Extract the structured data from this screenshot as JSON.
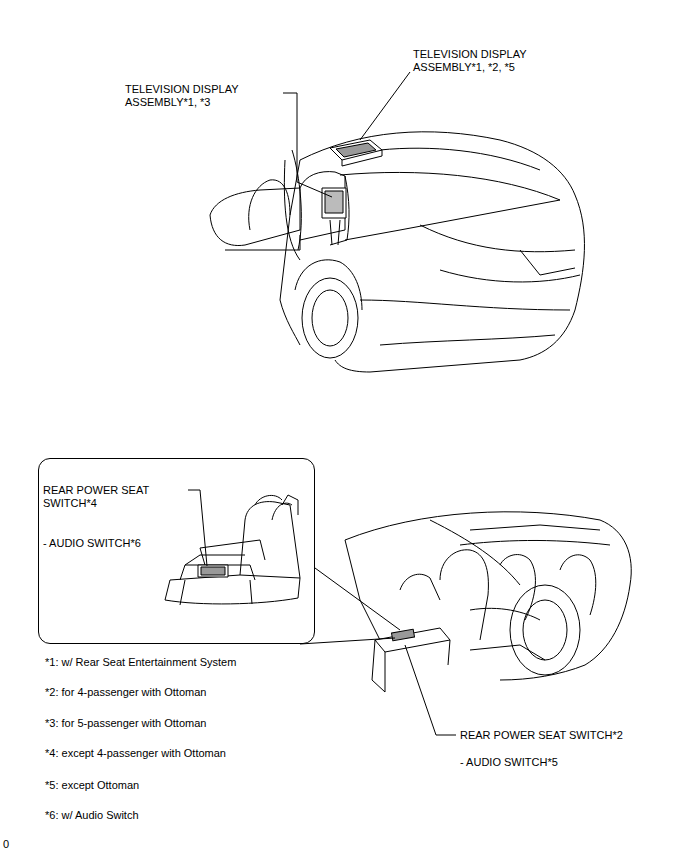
{
  "diagram": {
    "nodes": [
      {
        "text": [
          "REAR POWER SEAT SWITCH*4",
          "- AUDIO SWITCH*6"
        ]
      }
    ],
    "labels": [
      "TELEVISION DISPLAY ASSEMBLY*1, *3",
      "TELEVISION DISPLAY ASSEMBLY*1, *2, *5",
      "REAR POWER SEAT SWITCH*2",
      "- AUDIO SWITCH*5",
      "*1: w/ Rear Seat Entertainment System",
      "*2: for 4-passenger with Ottoman",
      "*3: for 5-passenger with Ottoman",
      "*4: except 4-passenger with Ottoman",
      "*5: except Ottoman",
      "*6: w/ Audio Switch",
      "0"
    ]
  }
}
